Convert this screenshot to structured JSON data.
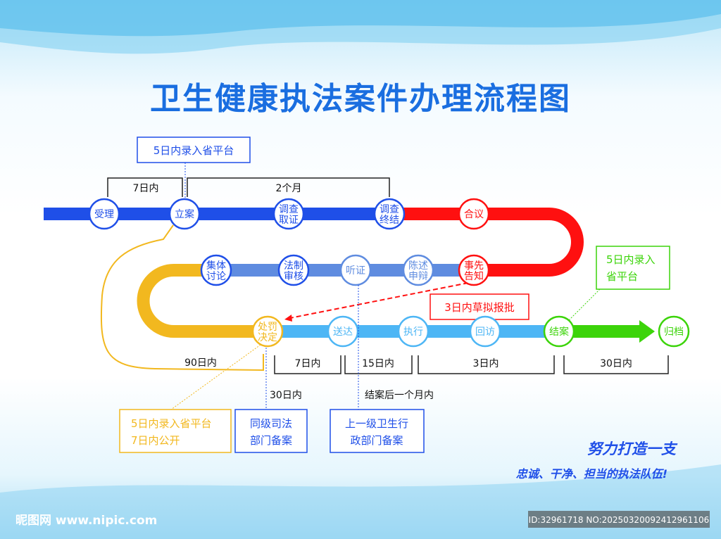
{
  "title": "卫生健康执法案件办理流程图",
  "colors": {
    "blue": "#1f4fe8",
    "red": "#ff1010",
    "lightblue": "#5f8ce0",
    "yellow": "#f2b81f",
    "sky": "#4db6f5",
    "green": "#3cd40a"
  },
  "nodes": {
    "shouli": [
      "受理"
    ],
    "lian": [
      "立案"
    ],
    "quzheng": [
      "调查",
      "取证"
    ],
    "zhongjie": [
      "调查",
      "终结"
    ],
    "heyi": [
      "合议"
    ],
    "jiti": [
      "集体",
      "讨论"
    ],
    "fazhi": [
      "法制",
      "审核"
    ],
    "tingzheng": [
      "听证"
    ],
    "chenshu": [
      "陈述",
      "申辩"
    ],
    "gaozhi": [
      "事先",
      "告知"
    ],
    "chufa": [
      "处罚",
      "决定"
    ],
    "songda": [
      "送达"
    ],
    "zhixing": [
      "执行"
    ],
    "huifang": [
      "回访"
    ],
    "jiean": [
      "结案"
    ],
    "guidang": [
      "归档"
    ]
  },
  "durations": {
    "d1": "7日内",
    "d2": "2个月",
    "d3": "90日内",
    "d4": "7日内",
    "d5": "15日内",
    "d6": "3日内",
    "d7": "30日内",
    "d8": "30日内",
    "d9": "结案后一个月内"
  },
  "notes": {
    "top": "5日内录入省平台",
    "red": "3日内草拟报批",
    "green": [
      "5日内录入",
      "省平台"
    ],
    "yellow": [
      "5日内录入省平台",
      "7日内公开"
    ],
    "judicial": [
      "同级司法",
      "部门备案"
    ],
    "superior": [
      "上一级卫生行",
      "政部门备案"
    ]
  },
  "slogan": [
    "努力打造一支",
    "忠诚、干净、担当的执法队伍!"
  ],
  "watermark": {
    "site": "昵图网 www.nipic.com",
    "id": "ID:32961718 NO:20250320092412961106"
  }
}
